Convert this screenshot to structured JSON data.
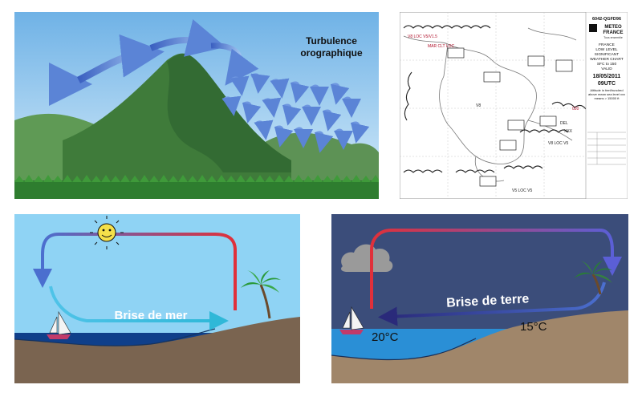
{
  "panels": {
    "turbulence": {
      "title_line1": "Turbulence",
      "title_line2": "orographique"
    },
    "chart": {
      "chart_id": "6042-QGFD96",
      "brand_line1": "METEO",
      "brand_line2": "FRANCE",
      "brand_tag": "Tous ensemble",
      "lines": [
        "FRANCE",
        "LOW LEVEL",
        "SIGNIFICANT",
        "WEATHER CHART",
        "SFC to 150",
        "VALID"
      ],
      "date": "18/05/2011",
      "time": "09UTC",
      "note": "Altitude in feet/hundred above mean sea level xxx means > 15000 ft",
      "labels": [
        "V8 LOC V5/V1.5",
        "MAR CLT LOC",
        "020",
        "V8",
        "DEL",
        "XXX",
        "V8 LOC V5",
        "V5 LOC V5"
      ]
    },
    "sea_breeze": {
      "label": "Brise de mer"
    },
    "land_breeze": {
      "label": "Brise de terre",
      "temp_sea": "20°C",
      "temp_land": "15°C"
    }
  },
  "colors": {
    "sky_day": "#8fd3f4",
    "sky_night": "#3b4d7a",
    "sea": "#0f3f8a",
    "ground": "#7a6450",
    "warm_arrow": "#e0303a",
    "cool_arrow": "#4b6fcf",
    "mountain": "#3e7a3a"
  }
}
